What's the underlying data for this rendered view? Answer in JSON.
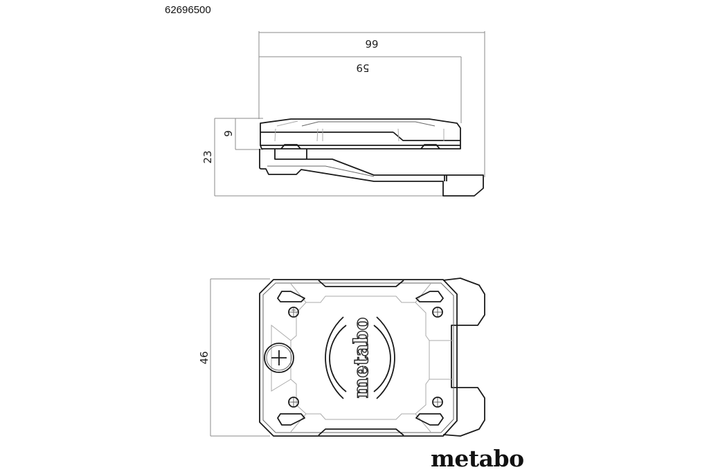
{
  "header": {
    "part_number": "62696500"
  },
  "footer": {
    "brand": "metabo"
  },
  "side_view": {
    "dimensions": {
      "overall_width": "66",
      "body_width": "59",
      "body_height": "9",
      "overall_height": "23"
    }
  },
  "top_view": {
    "dimensions": {
      "height": "46"
    },
    "embossed_logo": "metabo"
  }
}
